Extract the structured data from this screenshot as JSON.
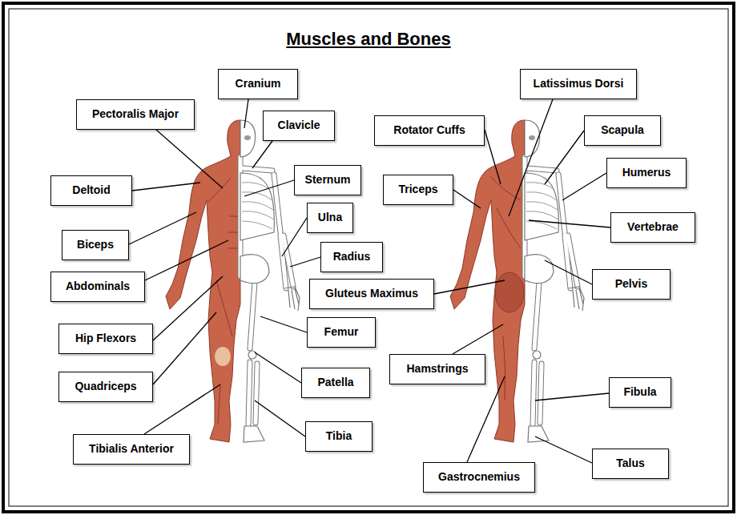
{
  "diagram": {
    "title": "Muscles and Bones",
    "nodes": [
      {
        "text": [
          "Cranium"
        ]
      },
      {
        "text": [
          "Latissimus Dorsi"
        ]
      },
      {
        "text": [
          "Pectoralis Major"
        ]
      },
      {
        "text": [
          "Clavicle"
        ]
      },
      {
        "text": [
          "Rotator Cuffs"
        ]
      },
      {
        "text": [
          "Scapula"
        ]
      },
      {
        "text": [
          "Humerus"
        ]
      },
      {
        "text": [
          "Deltoid"
        ]
      },
      {
        "text": [
          "Sternum"
        ]
      },
      {
        "text": [
          "Triceps"
        ]
      },
      {
        "text": [
          "Ulna"
        ]
      },
      {
        "text": [
          "Vertebrae"
        ]
      },
      {
        "text": [
          "Biceps"
        ]
      },
      {
        "text": [
          "Radius"
        ]
      },
      {
        "text": [
          "Pelvis"
        ]
      },
      {
        "text": [
          "Abdominals"
        ]
      },
      {
        "text": [
          "Gluteus Maximus"
        ]
      },
      {
        "text": [
          "Femur"
        ]
      },
      {
        "text": [
          "Hip Flexors"
        ]
      },
      {
        "text": [
          "Hamstrings"
        ]
      },
      {
        "text": [
          "Patella"
        ]
      },
      {
        "text": [
          "Quadriceps"
        ]
      },
      {
        "text": [
          "Fibula"
        ]
      },
      {
        "text": [
          "Tibia"
        ]
      },
      {
        "text": [
          "Tibialis Anterior"
        ]
      },
      {
        "text": [
          "Talus"
        ]
      },
      {
        "text": [
          "Gastrocnemius"
        ]
      }
    ]
  }
}
